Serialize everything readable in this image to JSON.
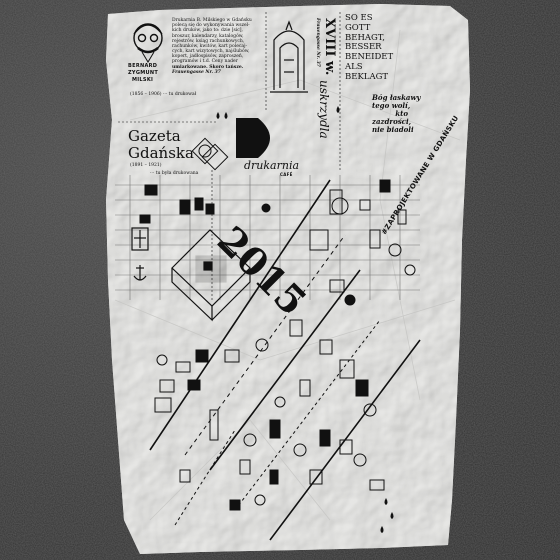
{
  "scene": {
    "background_color": "#3a3a3a",
    "paper_color": "#e6e6e4",
    "ink_color": "#111111"
  },
  "poster": {
    "founder": {
      "first_name": "BERNARD",
      "middle_name": "ZYGMUNT",
      "last_name": "MILSKI",
      "lifespan": "(1856 – 1906) ··· tu drukował"
    },
    "bio_lines": [
      "Drukarnia B. Milskiego w Gdańsku",
      "polecą się do wykonywania wszel-",
      "kich druków, jako to: dzie [sic],",
      "broszur, kalendarzy, katalogów,",
      "rejestrów, ksiąg rachunkowych,",
      "rachunków, kwitów, kart polecaj-",
      "cych, kart wizytowych, najślubów,",
      "kopert, jadłospisów, zaproszeń,",
      "programów i t.d. Ceny nader",
      "umiarkowane. Skoro tańsze."
    ],
    "address": "Frauengasse Nr. 37",
    "gazeta": {
      "title_line1": "Gazeta",
      "title_line2": "Gdańska",
      "years": "(1891 – 1921)",
      "caption": "··· tu była drukowana"
    },
    "vertical_text": {
      "address": "Frauengasse Nr. 37",
      "century": "XVIII w.",
      "word": "uskrzydla"
    },
    "logo": {
      "name": "drukarnia",
      "sub": "CAFÉ"
    },
    "motto_german": [
      "SO ES",
      "GOTT",
      "BEHAGT,",
      "BESSER",
      "BENEIDET",
      "ALS",
      "BEKLAGT"
    ],
    "motto_polish": [
      "Bóg łaskawy",
      "tego wolí,",
      "kto",
      "zazdrości,",
      "nie biadoli"
    ],
    "year": "2015",
    "hashtag": "#ZAPROJEKTOWANE W GDAŃSKU"
  }
}
